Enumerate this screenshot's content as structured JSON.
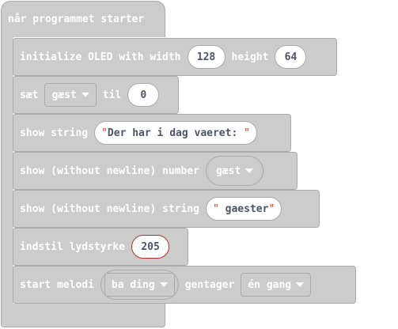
{
  "event": {
    "label": "når programmet starter"
  },
  "blocks": {
    "oled": {
      "prefix": "initialize OLED with width",
      "width": "128",
      "height_label": "height",
      "height": "64"
    },
    "set": {
      "prefix": "sæt",
      "variable": "gæst",
      "mid": "til",
      "value": "0"
    },
    "show_string": {
      "prefix": "show string",
      "text": "Der har i dag vaeret: "
    },
    "show_number": {
      "prefix": "show (without newline) number",
      "variable": "gæst"
    },
    "show_string_nl": {
      "prefix": "show (without newline) string",
      "text": " gaester"
    },
    "volume": {
      "prefix": "indstil lydstyrke",
      "value": "205"
    },
    "melody": {
      "prefix": "start melodi",
      "melody": "ba ding",
      "mid": "gentager",
      "repeat": "én gang"
    }
  }
}
